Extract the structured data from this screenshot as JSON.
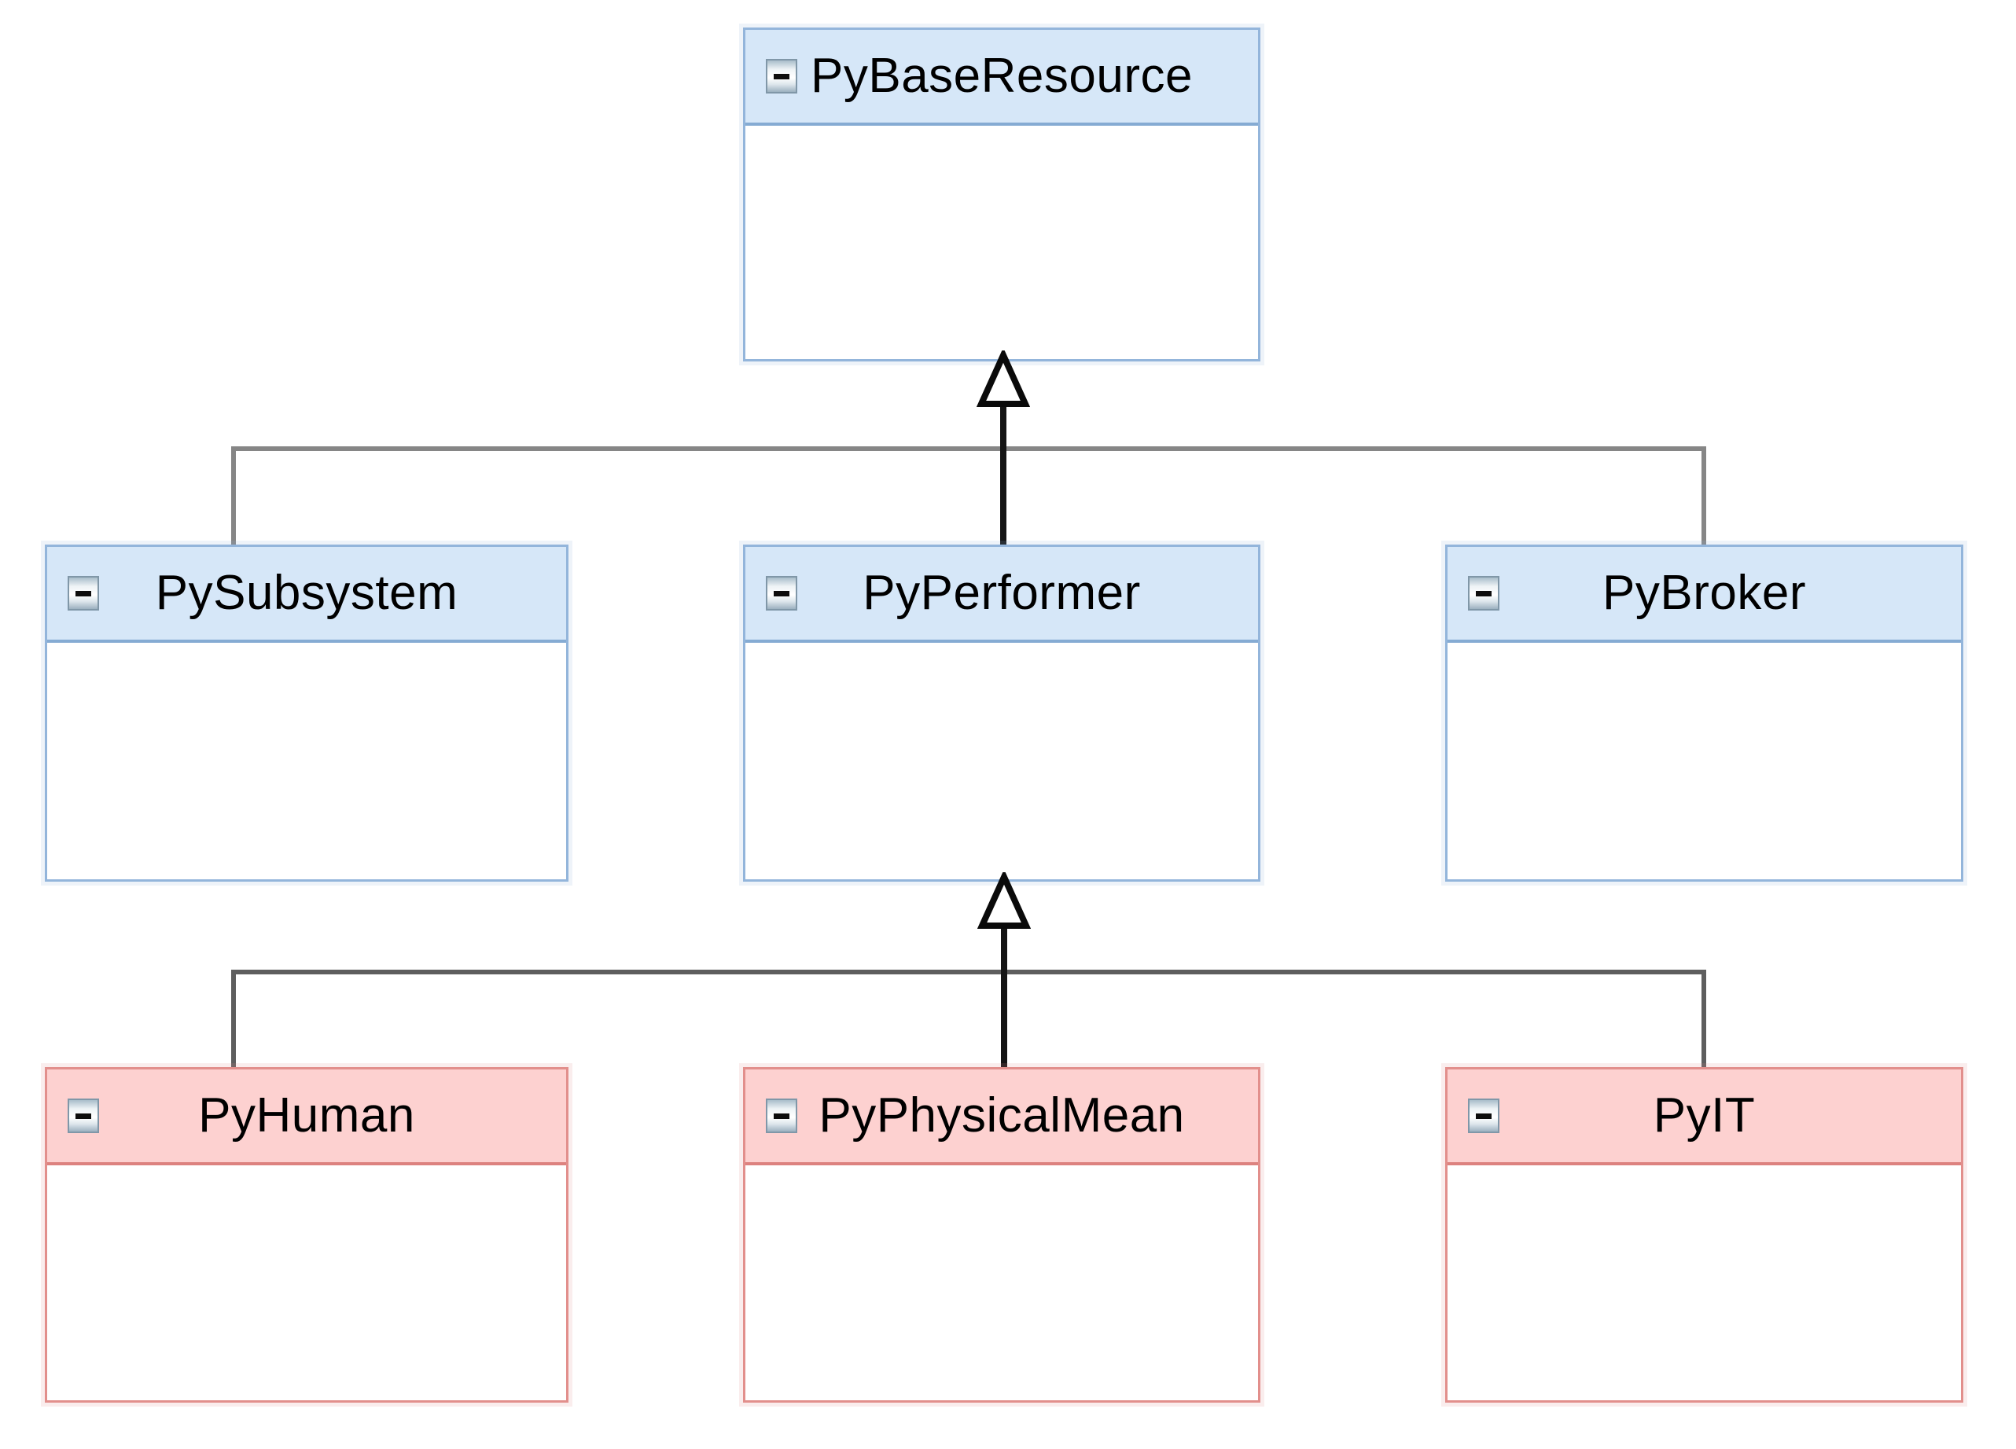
{
  "diagram": {
    "type": "uml-class-inheritance",
    "nodes": [
      {
        "id": "pybaseresource",
        "label": "PyBaseResource",
        "style": "blue",
        "collapse_icon": "minus-box-icon"
      },
      {
        "id": "pysubsystem",
        "label": "PySubsystem",
        "style": "blue",
        "collapse_icon": "minus-box-icon"
      },
      {
        "id": "pyperformer",
        "label": "PyPerformer",
        "style": "blue",
        "collapse_icon": "minus-box-icon"
      },
      {
        "id": "pybroker",
        "label": "PyBroker",
        "style": "blue",
        "collapse_icon": "minus-box-icon"
      },
      {
        "id": "pyhuman",
        "label": "PyHuman",
        "style": "pink",
        "collapse_icon": "minus-box-icon"
      },
      {
        "id": "pyphysicalmean",
        "label": "PyPhysicalMean",
        "style": "pink",
        "collapse_icon": "minus-box-icon"
      },
      {
        "id": "pyit",
        "label": "PyIT",
        "style": "pink",
        "collapse_icon": "minus-box-icon"
      }
    ],
    "edges": [
      {
        "from": "PySubsystem",
        "to": "PyBaseResource",
        "type": "generalization"
      },
      {
        "from": "PyPerformer",
        "to": "PyBaseResource",
        "type": "generalization"
      },
      {
        "from": "PyBroker",
        "to": "PyBaseResource",
        "type": "generalization"
      },
      {
        "from": "PyHuman",
        "to": "PyPerformer",
        "type": "generalization"
      },
      {
        "from": "PyPhysicalMean",
        "to": "PyPerformer",
        "type": "generalization"
      },
      {
        "from": "PyIT",
        "to": "PyPerformer",
        "type": "generalization"
      }
    ],
    "colors": {
      "blue_header_fill": "#d6e7f8",
      "blue_border": "#93b5db",
      "blue_divider": "#85abd3",
      "pink_header_fill": "#fdd1d0",
      "pink_border": "#e28f8c",
      "pink_divider": "#dd827f",
      "connector_gray_upper": "#868686",
      "connector_gray_lower": "#5e5e5e",
      "connector_black": "#141414",
      "arrowhead_fill": "#ffffff",
      "arrowhead_stroke": "#0a0a0a",
      "background": "#ffffff"
    },
    "icons": [
      {
        "name": "minus-box-icon",
        "meaning": "collapse class compartment"
      }
    ]
  }
}
